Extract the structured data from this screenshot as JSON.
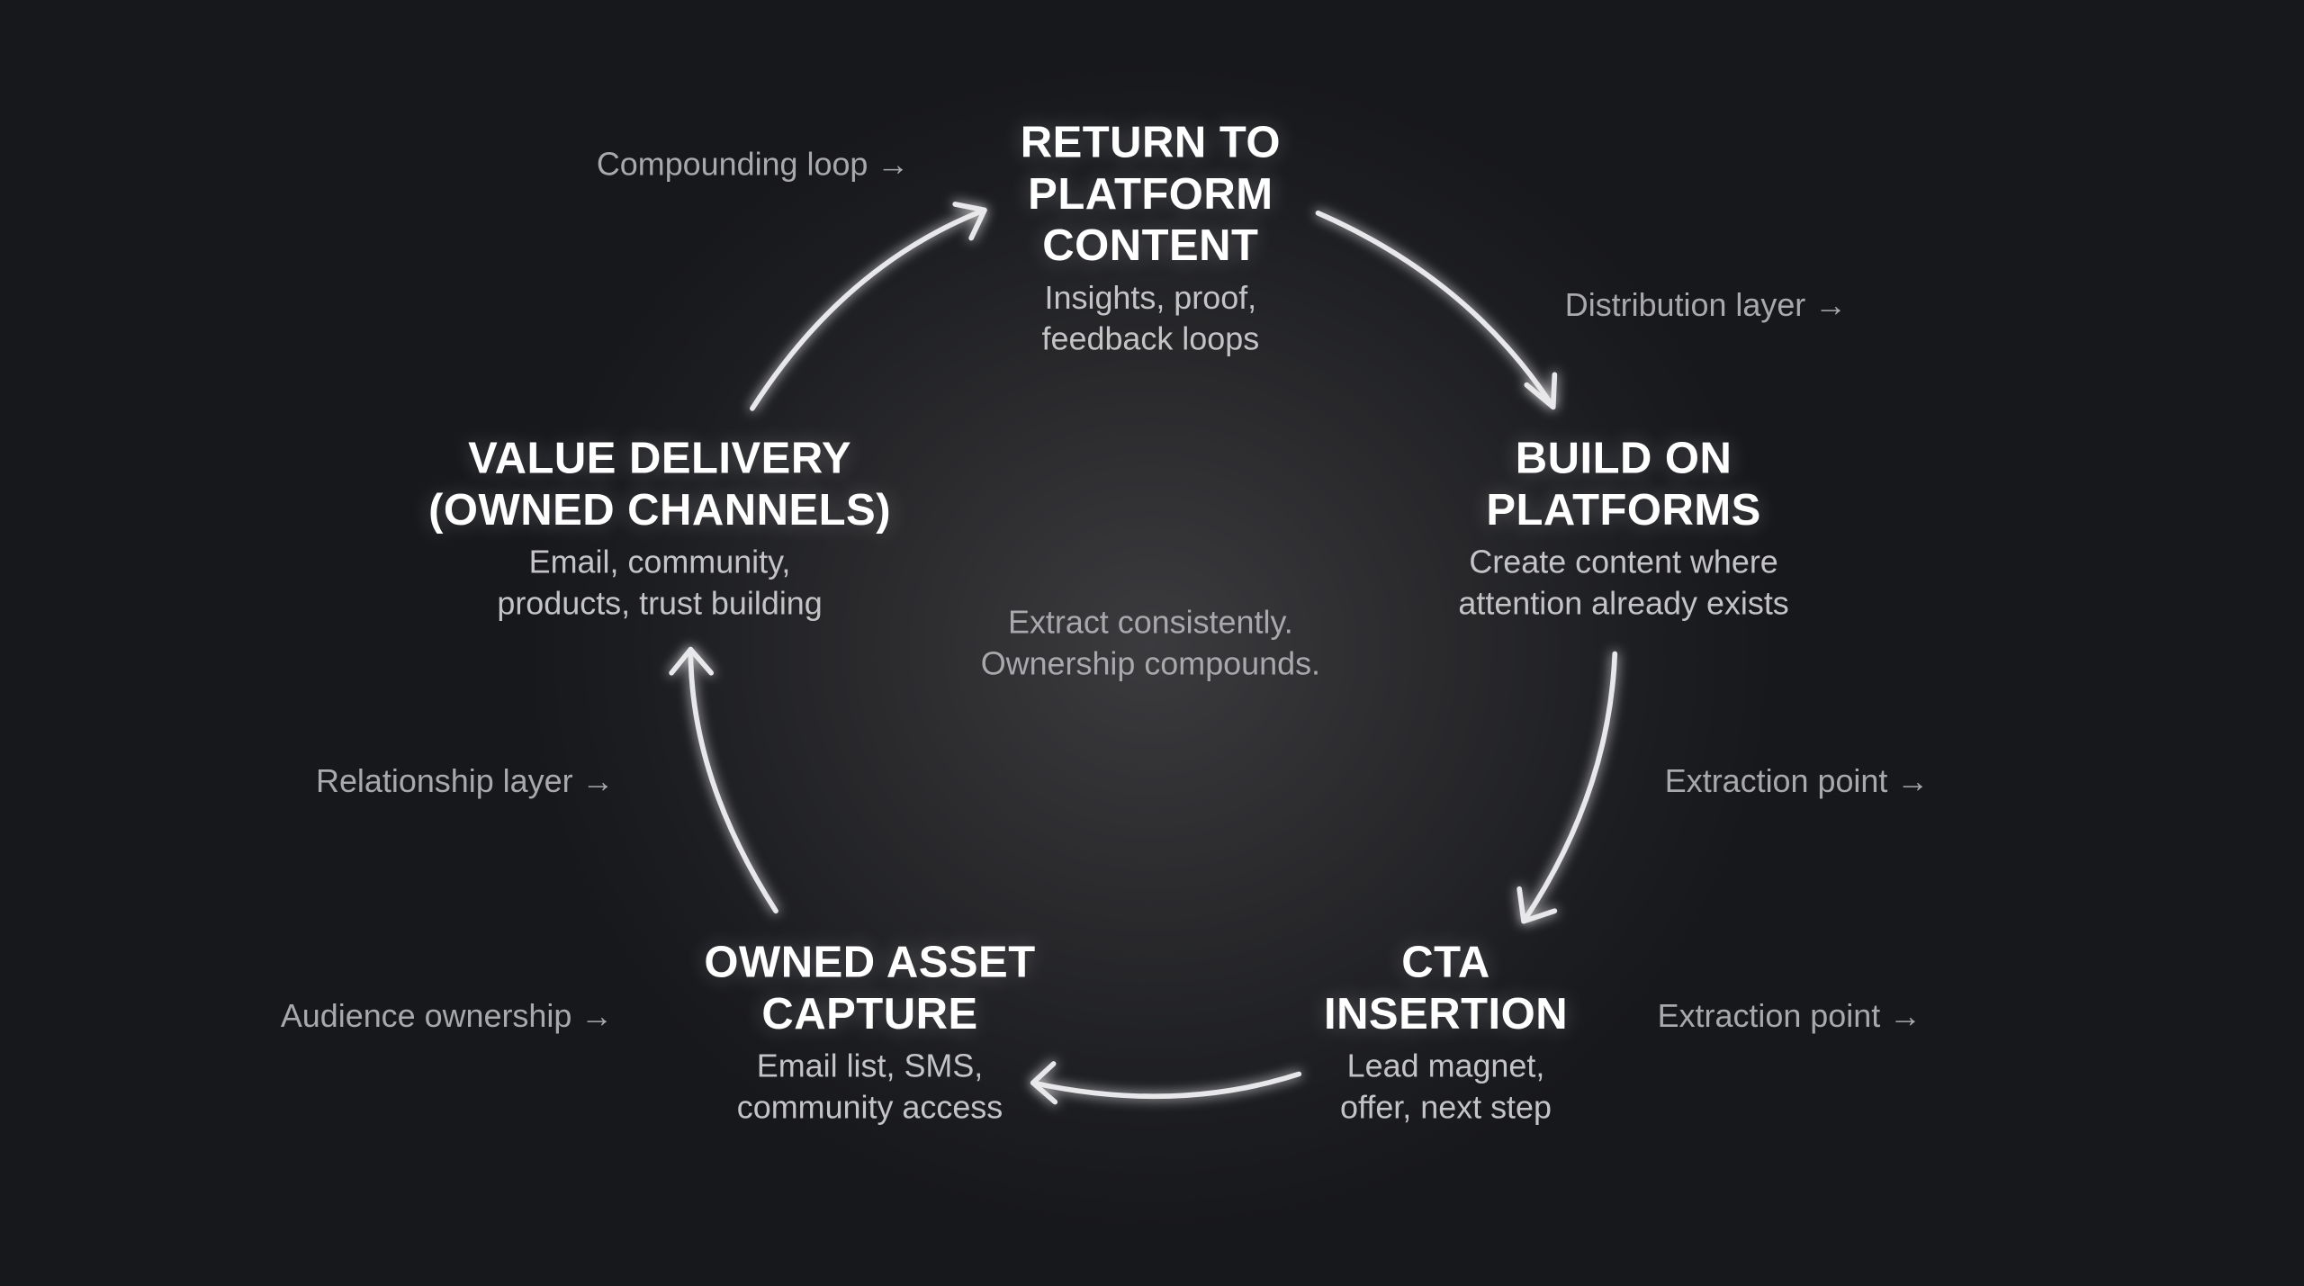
{
  "nodes": {
    "return": {
      "title": [
        "RETURN TO",
        "PLATFORM",
        "CONTENT"
      ],
      "sub": [
        "Insights, proof,",
        "feedback loops"
      ]
    },
    "build": {
      "title": [
        "BUILD ON",
        "PLATFORMS"
      ],
      "sub": [
        "Create content where",
        "attention already exists"
      ]
    },
    "cta": {
      "title": [
        "CTA",
        "INSERTION"
      ],
      "sub": [
        "Lead magnet,",
        "offer, next step"
      ]
    },
    "owned": {
      "title": [
        "OWNED ASSET",
        "CAPTURE"
      ],
      "sub": [
        "Email list, SMS,",
        "community access"
      ]
    },
    "value": {
      "title": [
        "VALUE DELIVERY",
        "(OWNED CHANNELS)"
      ],
      "sub": [
        "Email, community,",
        "products, trust building"
      ]
    }
  },
  "center": [
    "Extract consistently.",
    "Ownership compounds."
  ],
  "labels": {
    "compounding": "Compounding loop →",
    "distribution": "Distribution layer →",
    "extraction1": "Extraction point →",
    "extraction2": "Extraction point →",
    "audience": "Audience ownership →",
    "relationship": "Relationship layer →"
  }
}
